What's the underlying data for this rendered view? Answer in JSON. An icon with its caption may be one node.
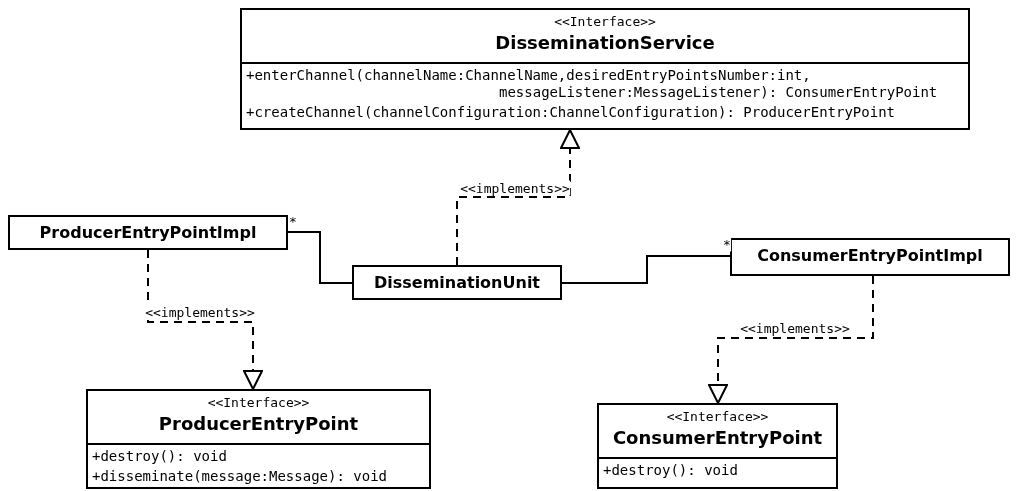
{
  "diagram": {
    "nodes": [
      {
        "text": [
          "<<Interface>>",
          "DisseminationService",
          "+enterChannel(channelName:ChannelName,desiredEntryPointsNumber:int, messageListener:MessageListener): ConsumerEntryPoint",
          "+createChannel(channelConfiguration:ChannelConfiguration): ProducerEntryPoint"
        ]
      },
      {
        "text": [
          "ProducerEntryPointImpl"
        ]
      },
      {
        "text": [
          "DisseminationUnit"
        ]
      },
      {
        "text": [
          "ConsumerEntryPointImpl"
        ]
      },
      {
        "text": [
          "<<Interface>>",
          "ProducerEntryPoint",
          "+destroy(): void",
          "+disseminate(message:Message): void"
        ]
      },
      {
        "text": [
          "<<Interface>>",
          "ConsumerEntryPoint",
          "+destroy(): void"
        ]
      }
    ],
    "edges": [
      {
        "from": 2,
        "to": 0,
        "arrow": "to",
        "style": "dashed",
        "label": "<<implements>>"
      },
      {
        "from": 2,
        "to": 1,
        "arrow": "none",
        "label": "*"
      },
      {
        "from": 2,
        "to": 3,
        "arrow": "none",
        "label": "*"
      },
      {
        "from": 1,
        "to": 4,
        "arrow": "to",
        "style": "dashed",
        "label": "<<implements>>"
      },
      {
        "from": 3,
        "to": 5,
        "arrow": "to",
        "style": "dashed",
        "label": "<<implements>>"
      }
    ]
  }
}
